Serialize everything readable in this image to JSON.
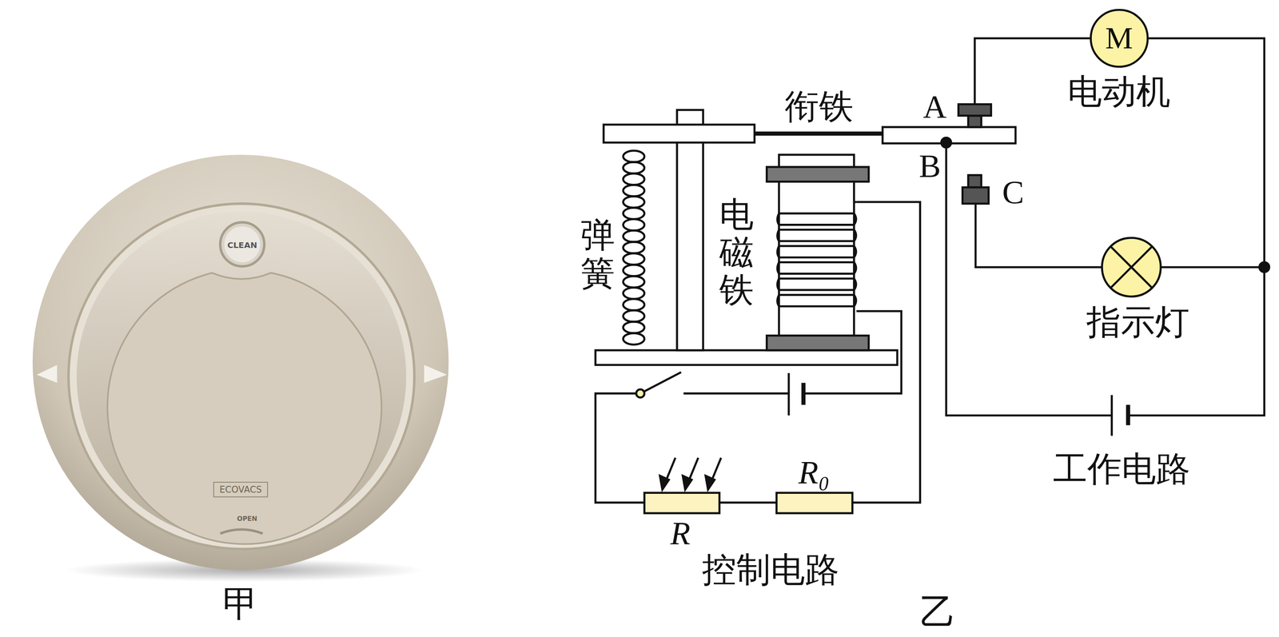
{
  "diagram": {
    "nodes": [
      {
        "text": [
          "M",
          "电动机"
        ]
      }
    ],
    "labels": [
      "CLEAN",
      "ECOVACS",
      "OPEN",
      "甲",
      "衔铁",
      "A",
      "B",
      "C",
      "弹簧",
      "电磁铁",
      "指示灯",
      "工作电路",
      "R",
      "R₀",
      "控制电路",
      "乙"
    ]
  }
}
